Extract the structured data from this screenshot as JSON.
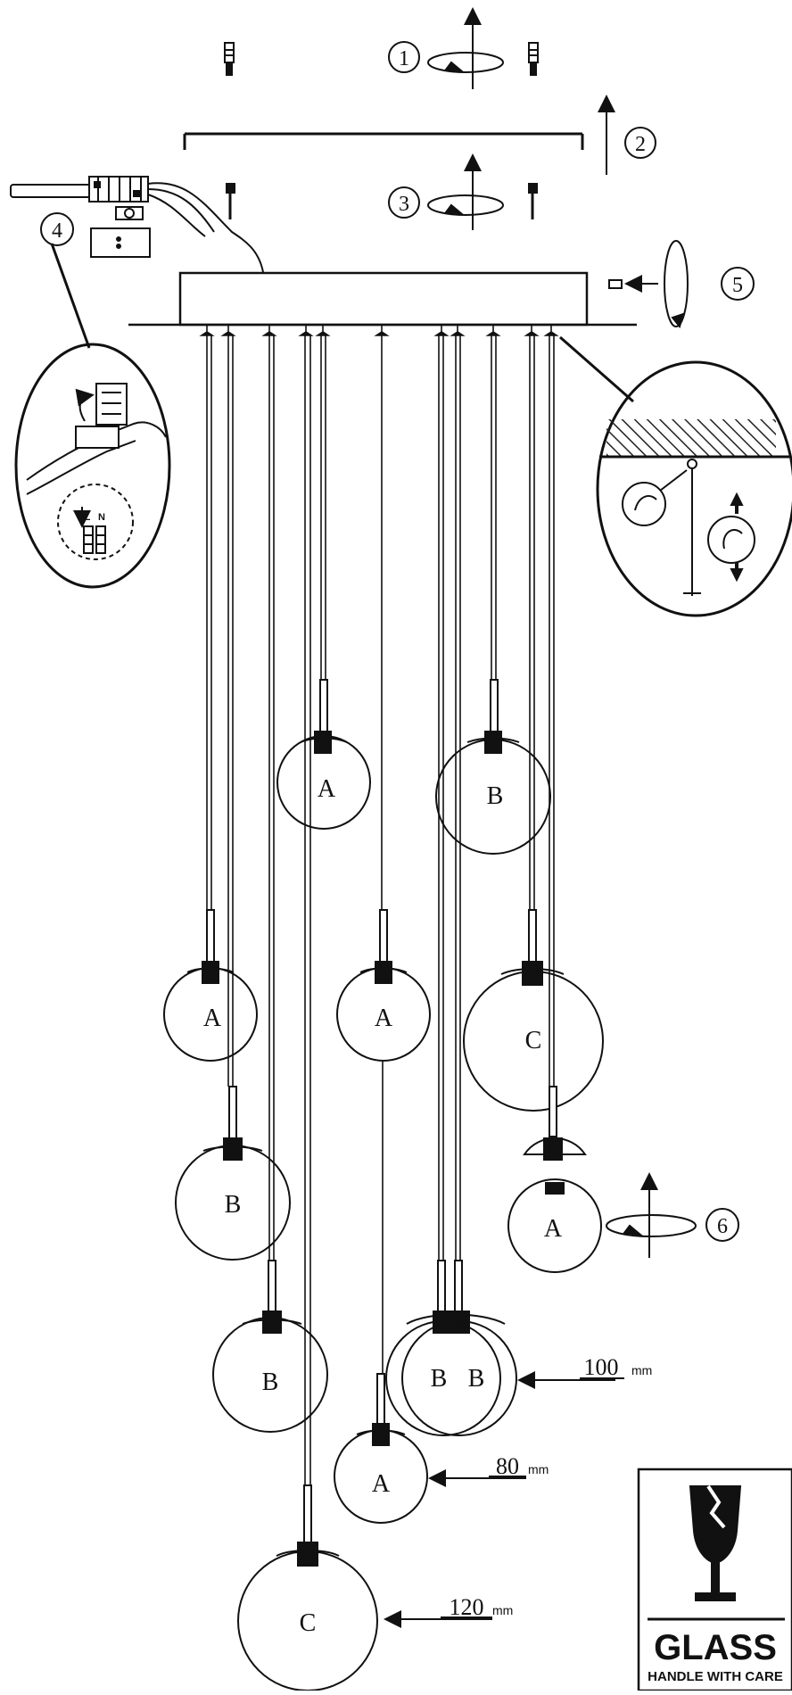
{
  "steps": [
    "1",
    "2",
    "3",
    "4",
    "5",
    "6"
  ],
  "wiring": {
    "live": "L",
    "neutral": "N"
  },
  "globes": {
    "g1": "A",
    "g2": "B",
    "g3": "A",
    "g4": "A",
    "g5": "C",
    "g6": "B",
    "g7": "A",
    "g8": "B",
    "g9": "B",
    "g10": "B",
    "g11": "A",
    "g12": "C"
  },
  "dimensions": {
    "d100": {
      "value": "100",
      "unit": "mm"
    },
    "d80": {
      "value": "80",
      "unit": "mm"
    },
    "d120": {
      "value": "120",
      "unit": "mm"
    }
  },
  "warning": {
    "title": "GLASS",
    "subtitle": "HANDLE WITH CARE"
  }
}
